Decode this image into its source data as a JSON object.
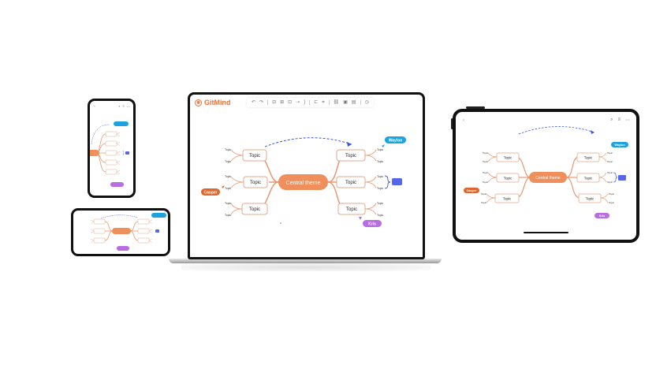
{
  "app": {
    "name": "GitMind"
  },
  "toolbar": {
    "icons": [
      "undo-icon",
      "redo-icon",
      "sibling-topic-icon",
      "child-topic-icon",
      "parent-topic-icon",
      "relationship-icon",
      "summary-icon",
      "boundary-icon",
      "tag-icon",
      "link-icon",
      "image-icon",
      "note-icon",
      "history-icon"
    ],
    "glyphs": [
      "↶",
      "↷",
      "⊟",
      "⊞",
      "⊡",
      "⇢",
      "}",
      "⊏",
      "⌗",
      "🔗",
      "▣",
      "▤",
      "◷"
    ]
  },
  "mindmap": {
    "central": "Central theme",
    "topic_label": "Topic",
    "subtopic_label": "Topic",
    "tags": {
      "left": {
        "label": "Casper",
        "color": "#e2662c"
      },
      "top_right": {
        "label": "Waylon",
        "color": "#1aa3e0"
      },
      "bottom_right": {
        "label": "Kris",
        "color": "#b86de0"
      }
    },
    "colors": {
      "branch": "#e59a72",
      "central_fill": "#ef8f5c",
      "topic_border": "#e2a88b",
      "relation": "#3e56d6",
      "summary_box": "#5566e8"
    }
  },
  "tablet": {
    "back": "‹",
    "icons": [
      "⌕",
      "≡",
      "⋯"
    ]
  },
  "phone": {
    "back": "‹",
    "icons": [
      "⌕",
      "≡",
      "—"
    ]
  }
}
